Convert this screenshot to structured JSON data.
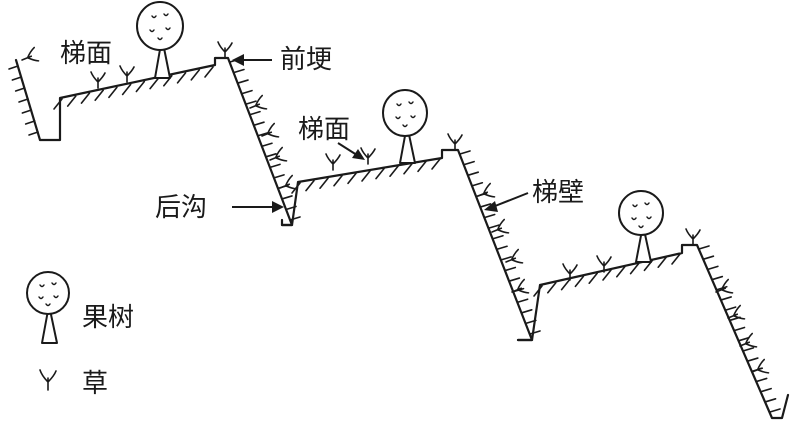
{
  "labels": {
    "terrace_surface_1": "梯面",
    "front_ridge": "前埂",
    "terrace_surface_2": "梯面",
    "back_ditch": "后沟",
    "terrace_wall": "梯壁"
  },
  "legend": {
    "fruit_tree": "果树",
    "grass": "草"
  }
}
